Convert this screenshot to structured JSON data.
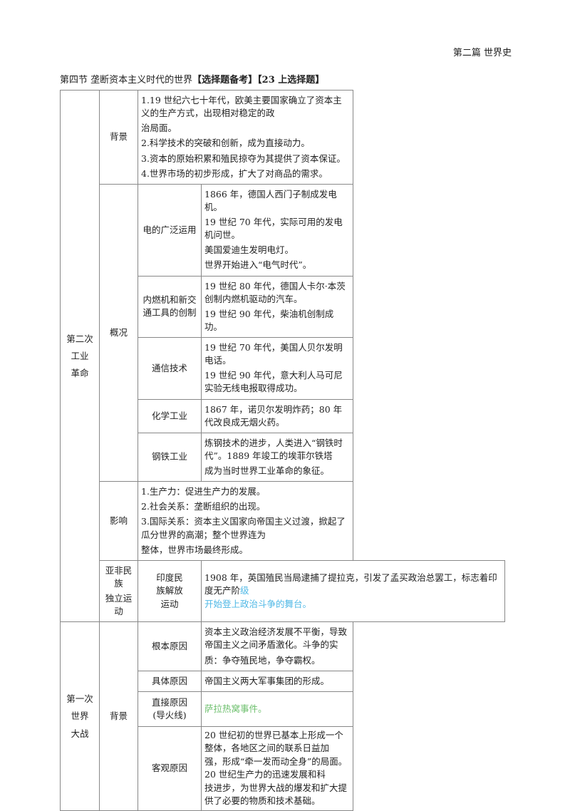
{
  "header": {
    "section": "第二篇 世界史"
  },
  "title": {
    "prefix": "第四节  垄断资本主义时代的世界",
    "tag1": "【选择题备考】",
    "tag2": "【23 上选择题】"
  },
  "rev2": {
    "label_lines": [
      "第二次",
      "工业",
      "革命"
    ],
    "background": {
      "label": "背景",
      "lines": [
        "1.19 世纪六七十年代，欧美主要国家确立了资本主义的生产方式，出现相对稳定的政",
        "治局面。",
        "2.科学技术的突破和创新，成为直接动力。",
        "3.资本的原始积累和殖民掠夺为其提供了资本保证。",
        "4.世界市场的初步形成，扩大了对商品的需求。"
      ]
    },
    "overview": {
      "label": "概况",
      "rows": [
        {
          "label": "电的广泛运用",
          "lines": [
            "1866 年，德国人西门子制成发电机。",
            "19 世纪 70 年代，实际可用的发电机问世。",
            "美国爱迪生发明电灯。",
            "世界开始进入“电气时代”。"
          ]
        },
        {
          "label": "内燃机和新交通工具的创制",
          "lines": [
            "19 世纪 80 年代，德国人卡尔·本茨创制内燃机驱动的汽车。",
            "19 世纪 90 年代，柴油机创制成功。"
          ]
        },
        {
          "label": "通信技术",
          "lines": [
            "19 世纪  70 年代，美国人贝尔发明电话。",
            "19 世纪 90 年代，意大利人马可尼实验无线电报取得成功。"
          ]
        },
        {
          "label": "化学工业",
          "lines": [
            "1867 年，诺贝尔发明炸药；80 年代改良成无烟火药。"
          ]
        },
        {
          "label": "钢铁工业",
          "lines": [
            "炼钢技术的进步，人类进入“钢铁时代”。1889 年竣工的埃菲尔铁塔",
            "成为当时世界工业革命的象征。"
          ]
        }
      ]
    },
    "impact": {
      "label": "影响",
      "lines": [
        "1.生产力：促进生产力的发展。",
        "2.社会关系：垄断组织的出现。",
        "3.国际关系：资本主义国家向帝国主义过渡，掀起了瓜分世界的高潮；整个世界连为",
        "整体，世界市场最终形成。"
      ]
    }
  },
  "asia": {
    "label_lines": [
      "亚非民族",
      "独立运动"
    ],
    "sub_label_lines": [
      "印度民",
      "族解放",
      "运动"
    ],
    "text_main": "1908 年，英国殖民当局逮捕了提拉克，引发了孟买政治总罢工，标志着印度无产阶",
    "text_cyan_1": "级",
    "text_cyan_2": "开始登上政治斗争的舞台。"
  },
  "ww1": {
    "label_lines": [
      "第一次",
      "世界",
      "大战"
    ],
    "sub_label": "背景",
    "rows": [
      {
        "label_lines": [
          "根本原因"
        ],
        "lines": [
          "资本主义政治经济发展不平衡，导致帝国主义之间矛盾激化。斗争的实",
          "质：争夺殖民地，争夺霸权。"
        ]
      },
      {
        "label_lines": [
          "具体原因"
        ],
        "lines": [
          "帝国主义两大军事集团的形成。"
        ]
      },
      {
        "label_lines": [
          "直接原因",
          "(导火线)"
        ],
        "green_line": "萨拉热窝事件。"
      },
      {
        "label_lines": [
          "客观原因"
        ],
        "lines": [
          "20 世纪初的世界已基本上形成一个整体，各地区之间的联系日益加",
          "强，形成“牵一发而动全身”的局面。20 世纪生产力的迅速发展和科",
          "技进步，为世界大战的爆发和扩大提供了必要的物质和技术基础。"
        ]
      }
    ]
  }
}
